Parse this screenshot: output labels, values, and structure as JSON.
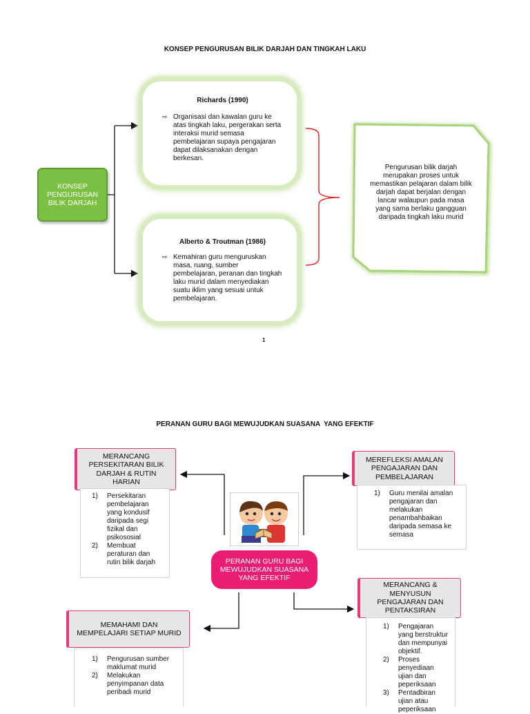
{
  "page1": {
    "title": "KONSEP PENGURUSAN BILIK DARJAH DAN TINGKAH LAKU",
    "concept_label": "KONSEP PENGURUSAN BILIK DARJAH",
    "richards": {
      "heading": "Richards (1990)",
      "text": "Organisasi dan kawalan guru ke atas tingkah laku, pergerakan serta interaksi murid semasa pembelajaran supaya pengajaran dapat dilaksanakan dengan berkesan."
    },
    "alberto": {
      "heading": "Alberto & Troutman (1986)",
      "text": "Kemahiran guru menguruskan masa, ruang, sumber pembelajaran, peranan dan tingkah laku murid dalam menyediakan suatu iklim yang sesuai untuk pembelajaran."
    },
    "summary": "Pengurusan bilik darjah merupakan proses untuk memastikan pelajaran dalam bilik darjah dapat berjalan dengan lancar walaupun pada masa yang sama berlaku gangguan daripada tingkah laku murid",
    "page_number": "1",
    "colors": {
      "green": "#7cc043",
      "glow": "#bfdd9a",
      "brace": "#e0201f"
    }
  },
  "page2": {
    "title": "PERANAN GURU BAGI MEWUJUDKAN SUASANA  YANG EFEKTIF",
    "center": "PERANAN GURU BAGI MEWUJUDKAN SUASANA YANG EFEKTIF",
    "image_icon": "children-reading-icon",
    "boxes": {
      "merancang_persekitaran": {
        "heading": "MERANCANG PERSEKITARAN BILIK DARJAH & RUTIN HARIAN",
        "items": [
          {
            "num": "1)",
            "text": "Persekitaran pembelajaran yang kondusif daripada segi fizikal dan psikososial"
          },
          {
            "num": "2)",
            "text": "Membuat peraturan dan rutin bilik darjah"
          }
        ]
      },
      "merefleksi": {
        "heading": "MEREFLEKSI AMALAN PENGAJARAN DAN PEMBELAJARAN",
        "items": [
          {
            "num": "1)",
            "text": "Guru menilai amalan pengajaran dan melakukan penambahbaikan daripada semasa ke semasa"
          }
        ]
      },
      "memahami": {
        "heading": "MEMAHAMI DAN MEMPELAJARI SETIAP MURID",
        "items": [
          {
            "num": "1)",
            "text": "Pengurusan sumber maklumat murid"
          },
          {
            "num": "2)",
            "text": "Melakukan penyimpanan data peribadi murid"
          }
        ]
      },
      "merancang_pengajaran": {
        "heading": "MERANCANG & MENYUSUN PENGAJARAN DAN PENTAKSIRAN",
        "items": [
          {
            "num": "1)",
            "text": "Pengajaran yang berstruktur dan mempunyai objektif."
          },
          {
            "num": "2)",
            "text": "Proses penyediaan ujian dan peperiksaan"
          },
          {
            "num": "3)",
            "text": "Pentadbiran ujian atau peperiksaan"
          }
        ]
      }
    },
    "colors": {
      "pink": "#ea1d72",
      "box_bg": "#e6e6e6"
    }
  }
}
